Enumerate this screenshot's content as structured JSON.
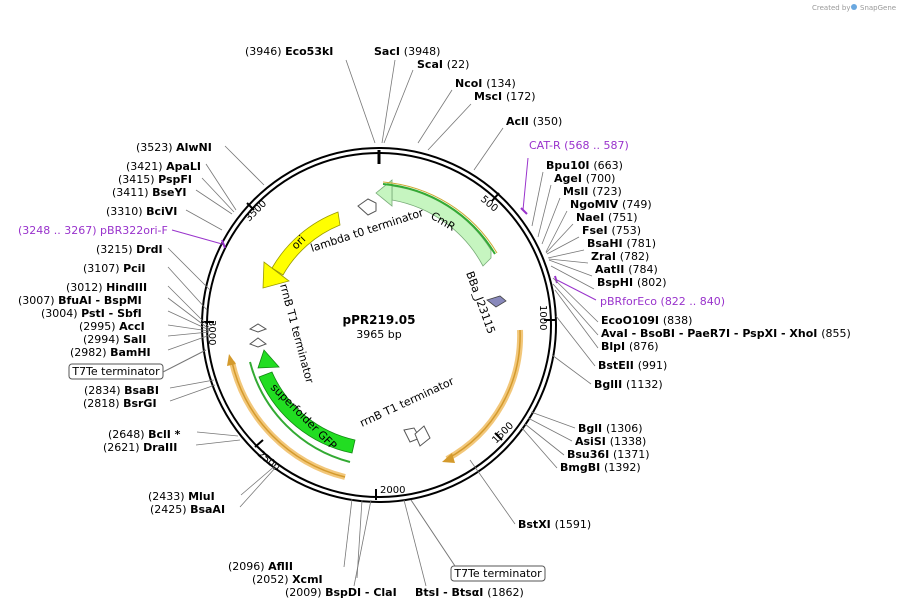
{
  "plasmid": {
    "name": "pPR219.05",
    "length_label": "3965 bp"
  },
  "credit": {
    "prefix": "Created by",
    "brand": "SnapGene"
  },
  "colors": {
    "backbone": "#000000",
    "cmr": "#c6f5c0",
    "ori": "#ffff00",
    "gfp": "#22dd22",
    "orange": "#f2c77a",
    "primer": "#9933cc",
    "promoter": "#8888bb"
  },
  "ticks": [
    "500",
    "1000",
    "1500",
    "2000",
    "2500",
    "3000",
    "3500"
  ],
  "features": [
    {
      "name": "CmR",
      "type": "arrow",
      "icon": "resistance-arrow"
    },
    {
      "name": "ori",
      "type": "arrow",
      "icon": "origin-arrow"
    },
    {
      "name": "superfolder GFP",
      "type": "arrow",
      "icon": "cds-arrow"
    },
    {
      "name": "lambda t0 terminator",
      "type": "terminator",
      "icon": "terminator-icon"
    },
    {
      "name": "rrnB T1 terminator",
      "type": "terminator",
      "icon": "terminator-icon"
    },
    {
      "name": "rrnB T1 terminator",
      "type": "terminator",
      "icon": "terminator-icon"
    },
    {
      "name": "BBa_J23115",
      "type": "promoter",
      "icon": "promoter-arrow"
    }
  ],
  "sites": [
    {
      "name": "Eco53kI",
      "pos": "(3946)"
    },
    {
      "name": "SacI",
      "pos": "(3948)"
    },
    {
      "name": "ScaI",
      "pos": "(22)"
    },
    {
      "name": "NcoI",
      "pos": "(134)"
    },
    {
      "name": "MscI",
      "pos": "(172)"
    },
    {
      "name": "AclI",
      "pos": "(350)"
    },
    {
      "name": "Bpu10I",
      "pos": "(663)"
    },
    {
      "name": "AgeI",
      "pos": "(700)"
    },
    {
      "name": "MslI",
      "pos": "(723)"
    },
    {
      "name": "NgoMIV",
      "pos": "(749)"
    },
    {
      "name": "NaeI",
      "pos": "(751)"
    },
    {
      "name": "FseI",
      "pos": "(753)"
    },
    {
      "name": "BsaHI",
      "pos": "(781)"
    },
    {
      "name": "ZraI",
      "pos": "(782)"
    },
    {
      "name": "AatII",
      "pos": "(784)"
    },
    {
      "name": "BspHI",
      "pos": "(802)"
    },
    {
      "name": "EcoO109I",
      "pos": "(838)"
    },
    {
      "name": "AvaI - BsoBI - PaeR7I - PspXI - XhoI",
      "pos": "(855)"
    },
    {
      "name": "BlpI",
      "pos": "(876)"
    },
    {
      "name": "BstEII",
      "pos": "(991)"
    },
    {
      "name": "BglII",
      "pos": "(1132)"
    },
    {
      "name": "BglI",
      "pos": "(1306)"
    },
    {
      "name": "AsiSI",
      "pos": "(1338)"
    },
    {
      "name": "Bsu36I",
      "pos": "(1371)"
    },
    {
      "name": "BmgBI",
      "pos": "(1392)"
    },
    {
      "name": "BstXI",
      "pos": "(1591)"
    },
    {
      "name": "BtsI - BtsαI",
      "pos": "(1862)"
    },
    {
      "name": "BspDI - ClaI",
      "pos": "(2009)"
    },
    {
      "name": "XcmI",
      "pos": "(2052)"
    },
    {
      "name": "AflII",
      "pos": "(2096)"
    },
    {
      "name": "BsaAI",
      "pos": "(2425)"
    },
    {
      "name": "MluI",
      "pos": "(2433)"
    },
    {
      "name": "DraIII",
      "pos": "(2621)"
    },
    {
      "name": "BclI *",
      "pos": "(2648)"
    },
    {
      "name": "BsrGI",
      "pos": "(2818)"
    },
    {
      "name": "BsaBI",
      "pos": "(2834)"
    },
    {
      "name": "BamHI",
      "pos": "(2982)"
    },
    {
      "name": "SalI",
      "pos": "(2994)"
    },
    {
      "name": "AccI",
      "pos": "(2995)"
    },
    {
      "name": "PstI - SbfI",
      "pos": "(3004)"
    },
    {
      "name": "BfuAI - BspMI",
      "pos": "(3007)"
    },
    {
      "name": "HindIII",
      "pos": "(3012)"
    },
    {
      "name": "PciI",
      "pos": "(3107)"
    },
    {
      "name": "DrdI",
      "pos": "(3215)"
    },
    {
      "name": "BciVI",
      "pos": "(3310)"
    },
    {
      "name": "BseYI",
      "pos": "(3411)"
    },
    {
      "name": "PspFI",
      "pos": "(3415)"
    },
    {
      "name": "ApaLI",
      "pos": "(3421)"
    },
    {
      "name": "AlwNI",
      "pos": "(3523)"
    }
  ],
  "primers": [
    {
      "name": "CAT-R",
      "pos": "(568 .. 587)"
    },
    {
      "name": "pBRforEco",
      "pos": "(822 .. 840)"
    },
    {
      "name": "pBR322ori-F",
      "pos": "(3248 .. 3267)"
    }
  ],
  "boxed_labels": [
    "T7Te terminator",
    "T7Te terminator"
  ]
}
